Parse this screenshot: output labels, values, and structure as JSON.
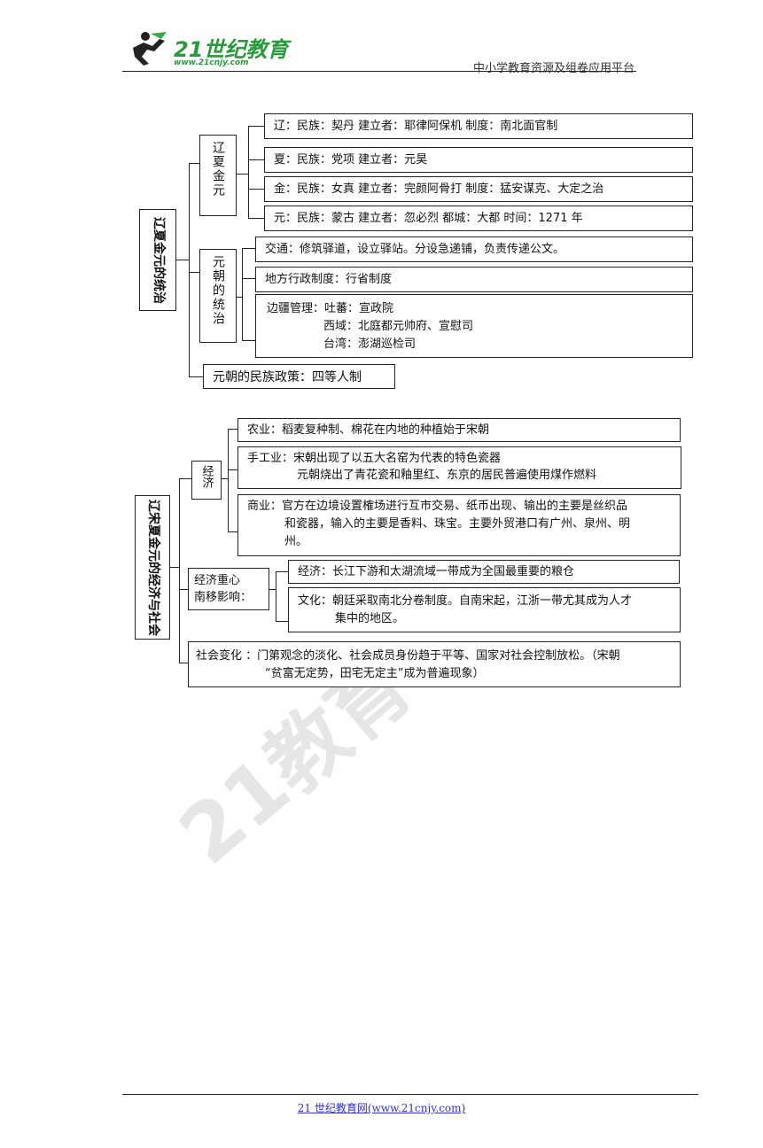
{
  "header": {
    "logo_text": "21世纪教育",
    "logo_url": "www.21cnjy.com",
    "right": "中小学教育资源及组卷应用平台"
  },
  "watermark": "21教育",
  "diagram1": {
    "root": "辽夏金元的统治",
    "branch1": "辽夏金元",
    "liao": "辽：民族：契丹  建立者：耶律阿保机      制度：南北面官制",
    "xia": "夏：民族：党项  建立者：元昊",
    "jin": "金：民族：女真  建立者：完颜阿骨打  制度：猛安谋克、大定之治",
    "yuan": "元：民族：蒙古  建立者：忽必烈   都城：大都  时间：1271 年",
    "branch2": "元朝的统治",
    "transport": "交通：修筑驿道，设立驿站。分设急递铺，负责传递公文。",
    "local": "地方行政制度：行省制度",
    "border_l1": "边疆管理：吐蕃：宣政院",
    "border_l2": "西域：北庭都元帅府、宣慰司",
    "border_l3": "台湾：澎湖巡检司",
    "policy": "元朝的民族政策：四等人制"
  },
  "diagram2": {
    "root": "辽宋夏金元的经济与社会",
    "econ": "经济",
    "agri": "农业：稻麦复种制、棉花在内地的种植始于宋朝",
    "craft_l1": "手工业：宋朝出现了以五大名窑为代表的特色瓷器",
    "craft_l2": "元朝烧出了青花瓷和釉里红、东京的居民普遍使用煤作燃料",
    "comm_l1": "商业：官方在边境设置榷场进行互市交易、纸币出现、输出的主要是丝织品",
    "comm_l2": "和瓷器，输入的主要是香料、珠宝。主要外贸港口有广州、泉州、明",
    "comm_l3": "州。",
    "shift_l1": "经济重心",
    "shift_l2": "南移影响：",
    "shift_econ": "经济：长江下游和太湖流域一带成为全国最重要的粮仓",
    "shift_cult_l1": "文化：朝廷采取南北分卷制度。自南宋起，江浙一带尤其成为人才",
    "shift_cult_l2": "集中的地区。",
    "social_l1": "社会变化  ：门第观念的淡化、社会成员身份趋于平等、国家对社会控制放松。（宋朝",
    "social_l2": "“贫富无定势，田宅无定主”成为普遍现象）"
  },
  "footer": {
    "link": "21 世纪教育网(www.21cnjy.com)"
  }
}
